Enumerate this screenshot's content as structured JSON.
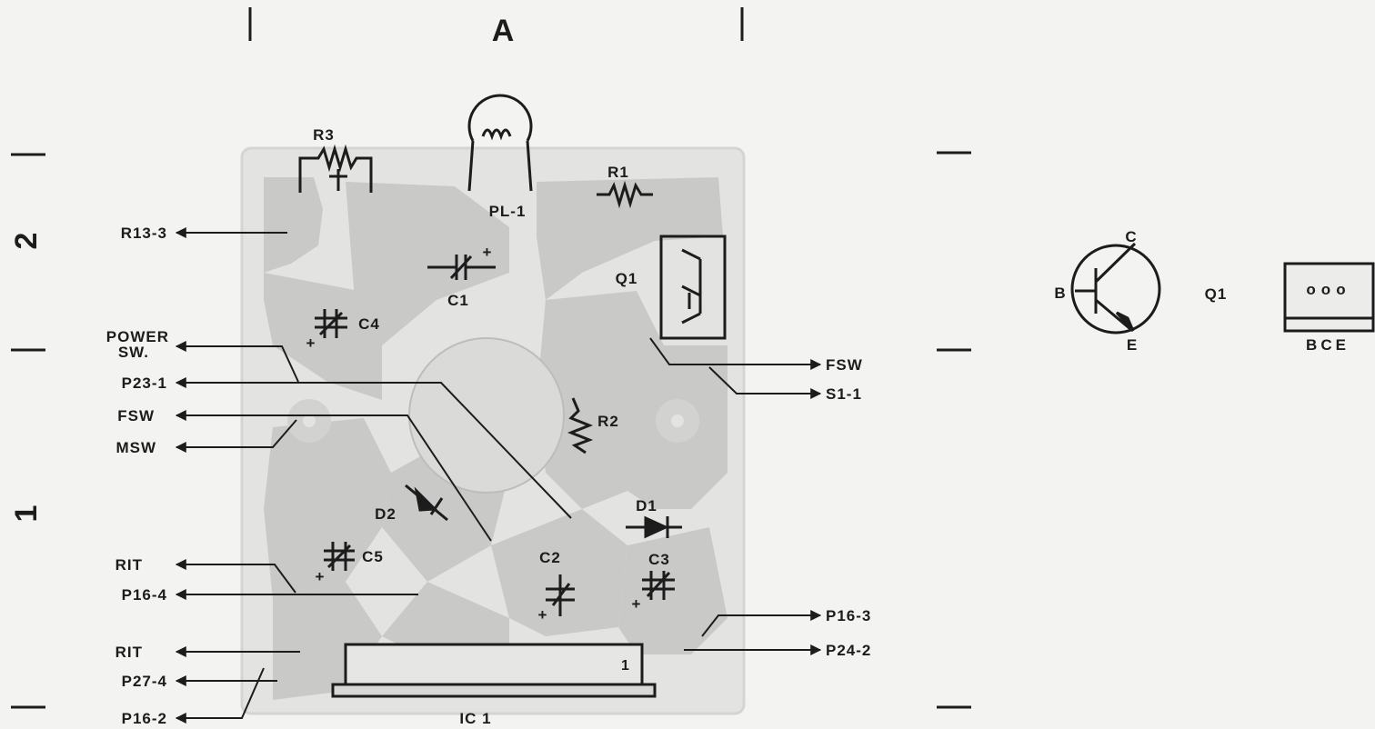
{
  "grid": {
    "column": "A",
    "rows": [
      "2",
      "1"
    ]
  },
  "components": {
    "r3": "R3",
    "r1": "R1",
    "r2": "R2",
    "pl1": "PL-1",
    "c1": "C1",
    "c2": "C2",
    "c3": "C3",
    "c4": "C4",
    "c5": "C5",
    "d1": "D1",
    "d2": "D2",
    "q1": "Q1",
    "ic1": "IC 1",
    "ic1_pin": "1",
    "plus": "+"
  },
  "connections_left": {
    "r13_3": "R13-3",
    "power_1": "POWER",
    "power_2": "SW.",
    "p23_1": "P23-1",
    "fsw": "FSW",
    "msw": "MSW",
    "rit_a": "RIT",
    "p16_4": "P16-4",
    "rit_b": "RIT",
    "p27_4": "P27-4",
    "p16_2": "P16-2"
  },
  "connections_right": {
    "fsw": "FSW",
    "s1_1": "S1-1",
    "p16_3": "P16-3",
    "p24_2": "P24-2"
  },
  "transistor_key": {
    "title": "Q1",
    "collector": "C",
    "base": "B",
    "emitter": "E",
    "pinout": "BCE",
    "pins": "ooo"
  }
}
